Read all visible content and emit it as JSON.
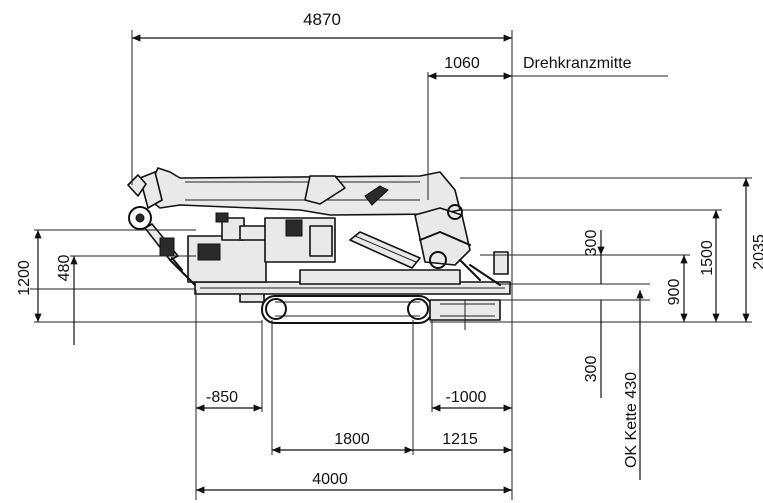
{
  "drawing": {
    "dimensions": {
      "overall_length": "4870",
      "rear_to_center": "1060",
      "slew_center_label": "Drehkranzmitte",
      "total_height": "2035",
      "height_1500": "1500",
      "height_300_upper": "300",
      "height_900": "900",
      "height_1200": "1200",
      "height_480": "480",
      "height_300_lower": "300",
      "track_top": "OK Kette 430",
      "offset_850": "-850",
      "offset_1000": "-1000",
      "track_1800": "1800",
      "span_1215": "1215",
      "base_4000": "4000"
    }
  }
}
